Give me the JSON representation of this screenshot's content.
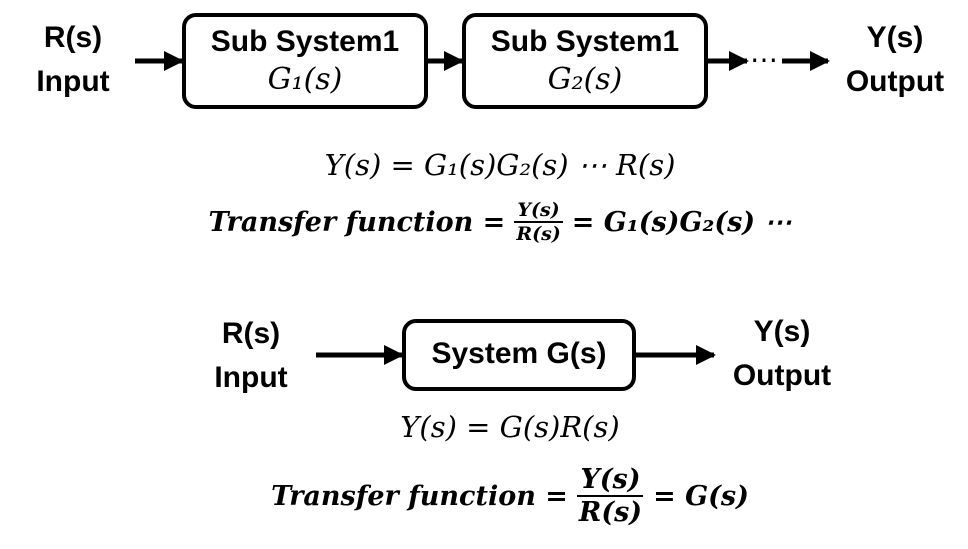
{
  "top": {
    "input_label": "R(s)",
    "input_caption": "Input",
    "output_label": "Y(s)",
    "output_caption": "Output",
    "block1": {
      "title": "Sub System1",
      "expr": "G₁(s)"
    },
    "block2": {
      "title": "Sub System1",
      "expr": "G₂(s)"
    },
    "ellipsis": "⋯",
    "equation": "Y(s) = G₁(s)G₂(s) ⋯ R(s)",
    "tf": {
      "lhs": "Transfer function =",
      "num": "Y(s)",
      "den": "R(s)",
      "rhs": "= G₁(s)G₂(s) ⋯"
    }
  },
  "bottom": {
    "input_label": "R(s)",
    "input_caption": "Input",
    "output_label": "Y(s)",
    "output_caption": "Output",
    "block": {
      "title": "System G(s)"
    },
    "equation": "Y(s) = G(s)R(s)",
    "tf": {
      "lhs": "Transfer function =",
      "num": "Y(s)",
      "den": "R(s)",
      "rhs": "= G(s)"
    }
  }
}
